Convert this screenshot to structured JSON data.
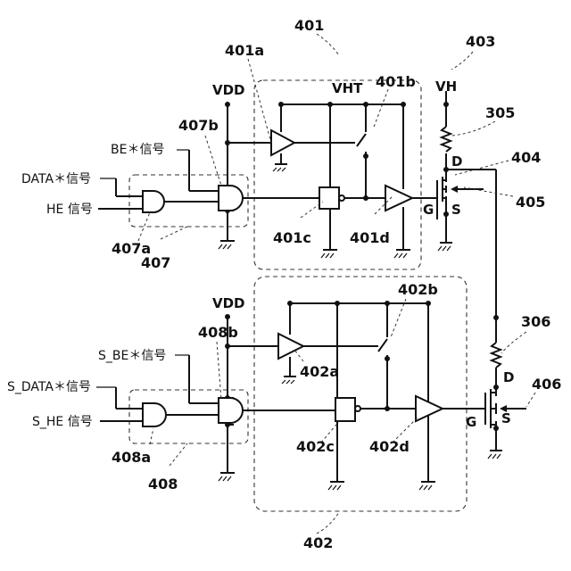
{
  "labels": {
    "r401": "401",
    "r401a": "401a",
    "r401b": "401b",
    "r401c": "401c",
    "r401d": "401d",
    "r402": "402",
    "r402a": "402a",
    "r402b": "402b",
    "r402c": "402c",
    "r402d": "402d",
    "r403": "403",
    "r404": "404",
    "r405": "405",
    "r305": "305",
    "r306": "306",
    "r406": "406",
    "r407": "407",
    "r407a": "407a",
    "r407b": "407b",
    "r408": "408",
    "r408a": "408a",
    "r408b": "408b",
    "vdd_top": "VDD",
    "vdd_bottom": "VDD",
    "vht": "VHT",
    "vh": "VH",
    "be_sig": "BE＊信号",
    "data_sig": "DATA＊信号",
    "he_sig": "HE 信号",
    "sbe_sig": "S_BE＊信号",
    "sdata_sig": "S_DATA＊信号",
    "she_sig": "S_HE 信号",
    "d_top": "D",
    "g_top": "G",
    "s_top": "S",
    "d_bottom": "D",
    "g_bottom": "G",
    "s_bottom": "S"
  }
}
